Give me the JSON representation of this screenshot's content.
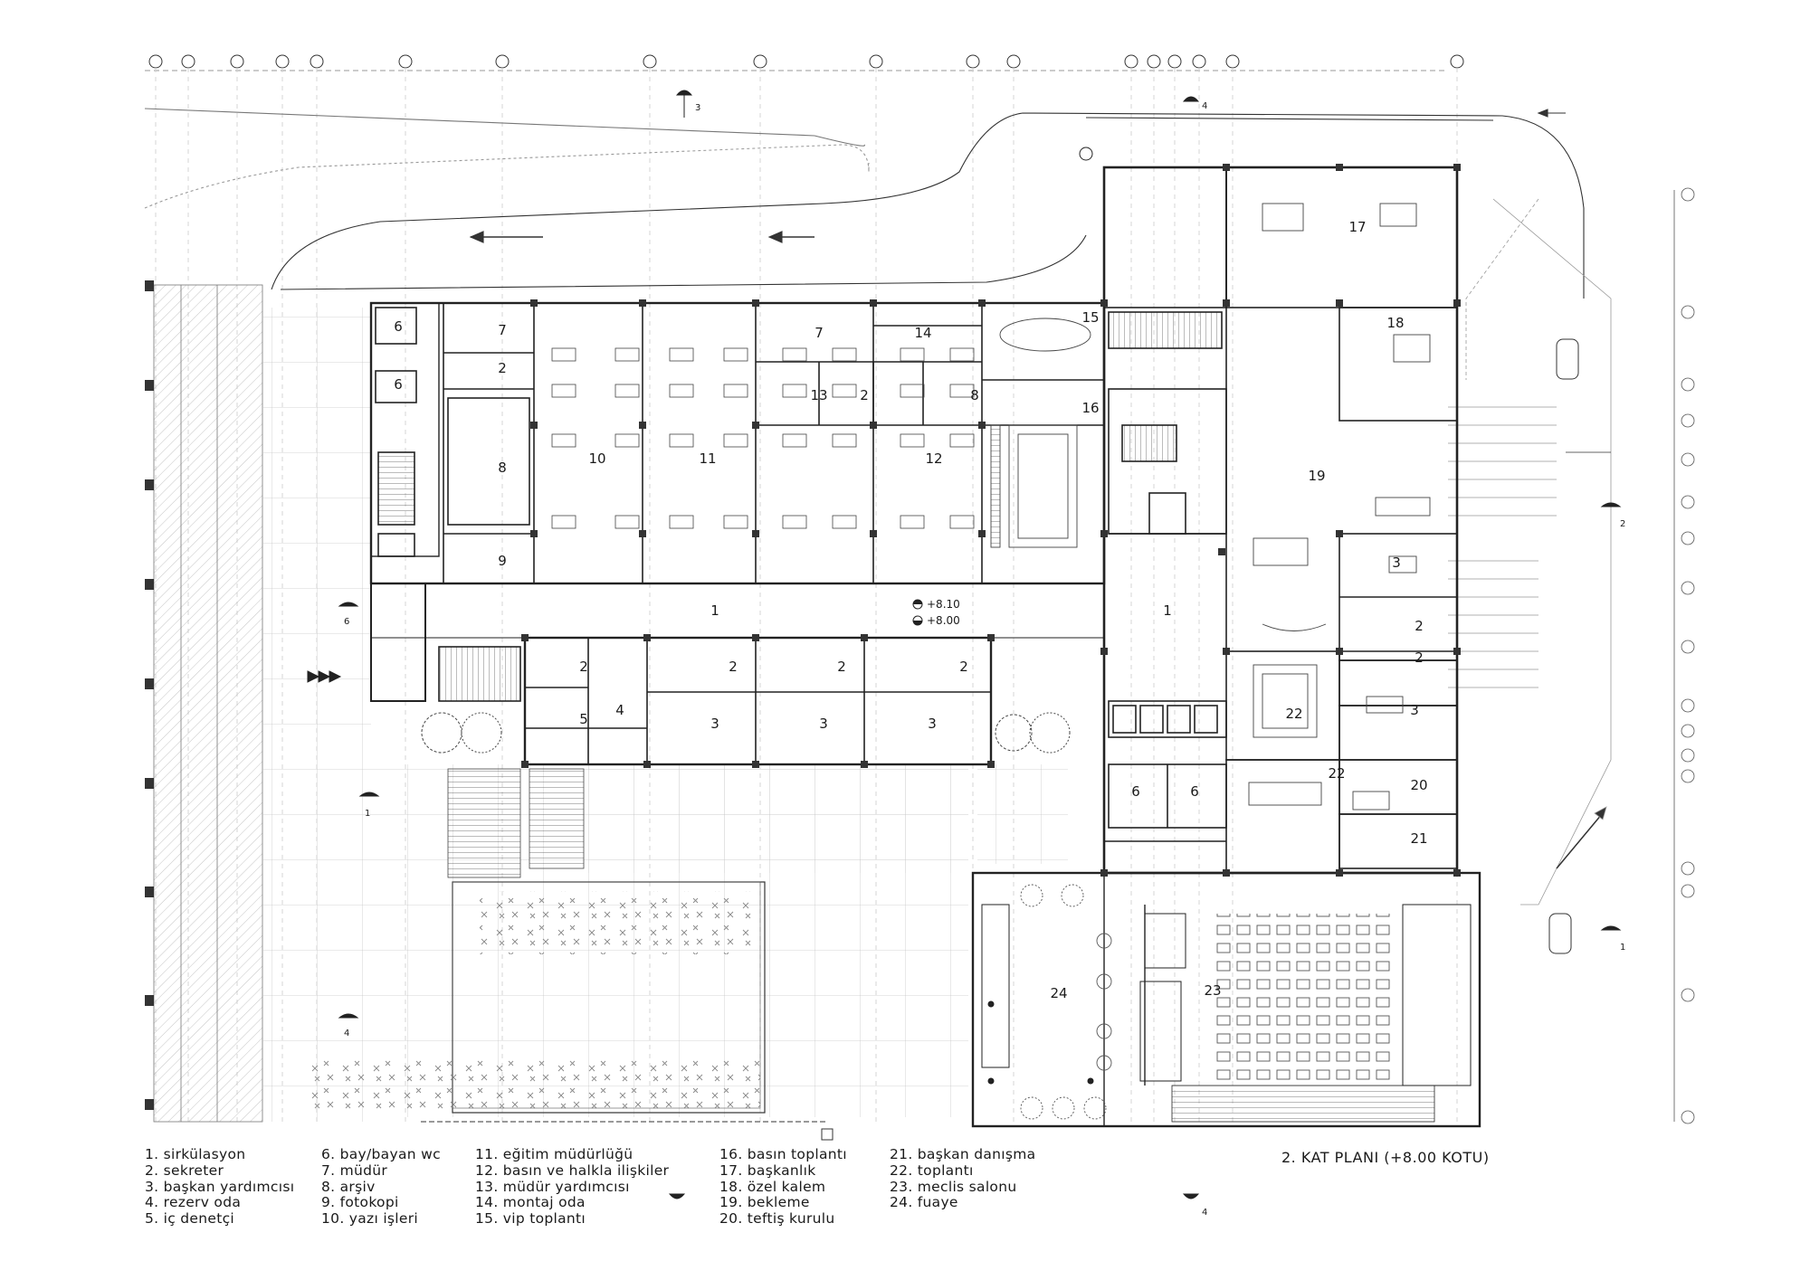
{
  "title": "2. KAT PLANI (+8.00 KOTU)",
  "elevations": [
    "+8.10",
    "+8.00"
  ],
  "section_marks": [
    "3",
    "4",
    "2",
    "1",
    "6",
    "1",
    "4",
    "4"
  ],
  "legend_columns": [
    [
      "1. sirkülasyon",
      "2. sekreter",
      "3. başkan yardımcısı",
      "4. rezerv oda",
      "5. iç denetçi"
    ],
    [
      "6. bay/bayan wc",
      "7. müdür",
      "8. arşiv",
      "9. fotokopi",
      "10. yazı işleri"
    ],
    [
      "11. eğitim müdürlüğü",
      "12. basın ve halkla ilişkiler",
      "13. müdür yardımcısı",
      "14. montaj oda",
      "15. vip toplantı"
    ],
    [
      "16. basın toplantı",
      "17. başkanlık",
      "18. özel kalem",
      "19. bekleme",
      "20. teftiş kurulu"
    ],
    [
      "21. başkan danışma",
      "22. toplantı",
      "23. meclis salonu",
      "24. fuaye"
    ]
  ],
  "rooms": [
    {
      "num": "1"
    },
    {
      "num": "1"
    },
    {
      "num": "2"
    },
    {
      "num": "2"
    },
    {
      "num": "2"
    },
    {
      "num": "2"
    },
    {
      "num": "2"
    },
    {
      "num": "2"
    },
    {
      "num": "2"
    },
    {
      "num": "2"
    },
    {
      "num": "3"
    },
    {
      "num": "3"
    },
    {
      "num": "3"
    },
    {
      "num": "3"
    },
    {
      "num": "3"
    },
    {
      "num": "4"
    },
    {
      "num": "5"
    },
    {
      "num": "6"
    },
    {
      "num": "6"
    },
    {
      "num": "6"
    },
    {
      "num": "6"
    },
    {
      "num": "7"
    },
    {
      "num": "7"
    },
    {
      "num": "8"
    },
    {
      "num": "8"
    },
    {
      "num": "9"
    },
    {
      "num": "10"
    },
    {
      "num": "11"
    },
    {
      "num": "12"
    },
    {
      "num": "13"
    },
    {
      "num": "14"
    },
    {
      "num": "15"
    },
    {
      "num": "16"
    },
    {
      "num": "17"
    },
    {
      "num": "18"
    },
    {
      "num": "19"
    },
    {
      "num": "20"
    },
    {
      "num": "21"
    },
    {
      "num": "22"
    },
    {
      "num": "22"
    },
    {
      "num": "23"
    },
    {
      "num": "24"
    }
  ]
}
